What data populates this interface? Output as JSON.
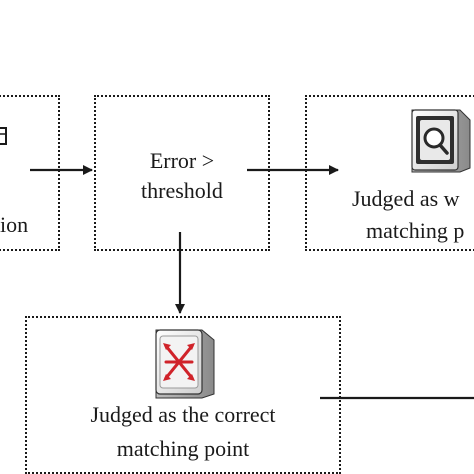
{
  "nodes": {
    "left_partial": {
      "text_fragment": "ion"
    },
    "error_check": {
      "line1": "Error >",
      "line2": "threshold"
    },
    "wrong_match": {
      "line1": "Judged as w",
      "line2": "matching p"
    },
    "correct_match": {
      "line1": "Judged as the correct",
      "line2": "matching point"
    }
  },
  "icons": {
    "wrong_match_icon": "magnifier-cube-icon",
    "correct_match_icon": "crossed-arrows-cube-icon",
    "left_partial_icon": "cube-icon"
  },
  "colors": {
    "stroke": "#1a1a1a",
    "icon_red": "#d0232a"
  }
}
